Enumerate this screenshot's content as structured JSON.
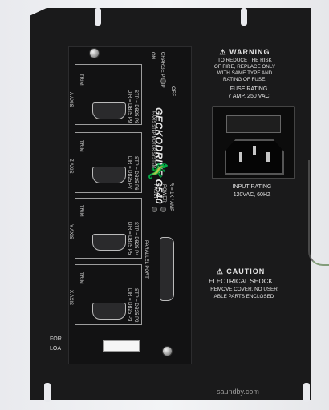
{
  "warning": {
    "heading": "WARNING",
    "lines": [
      "TO REDUCE THE RISK",
      "OF FIRE, REPLACE ONLY",
      "WITH SAME TYPE AND",
      "RATING OF FUSE."
    ]
  },
  "fuse_rating": {
    "title": "FUSE RATING",
    "value": "7 AMP, 250 VAC"
  },
  "input_rating": {
    "title": "INPUT RATING",
    "value": "120VAC, 60HZ"
  },
  "caution": {
    "heading": "CAUTION",
    "lines": [
      "ELECTRICAL SHOCK",
      "REMOVE COVER. NO USER",
      "ABLE PARTS ENCLOSED"
    ]
  },
  "card": {
    "brand": "GECKODRIVE G540",
    "subtitle": "4-AXIS STEP MOTOR SYSTEM",
    "status": {
      "on": "ON",
      "charge_pump": "CHARGE PUMP",
      "off": "OFF"
    },
    "power_label": "POWER",
    "fault_label": "FAULT",
    "resistor_label": "R = 1K / AMP",
    "parallel_port": "PARALLEL PORT",
    "axes": [
      {
        "label": "A AXIS",
        "trim": "TRIM",
        "stp": "STP = DB25 P8",
        "dir": "DIR = DB25 P9"
      },
      {
        "label": "Z AXIS",
        "trim": "TRIM",
        "stp": "STP = DB25 P6",
        "dir": "DIR = DB25 P7"
      },
      {
        "label": "Y AXIS",
        "trim": "TRIM",
        "stp": "STP = DB25 P4",
        "dir": "DIR = DB25 P5"
      },
      {
        "label": "X AXIS",
        "trim": "TRIM",
        "stp": "STP = DB25 P2",
        "dir": "DIR = DB25 P3"
      }
    ]
  },
  "side_text": [
    "FOR",
    "LOA"
  ],
  "watermark": "saundby.com"
}
